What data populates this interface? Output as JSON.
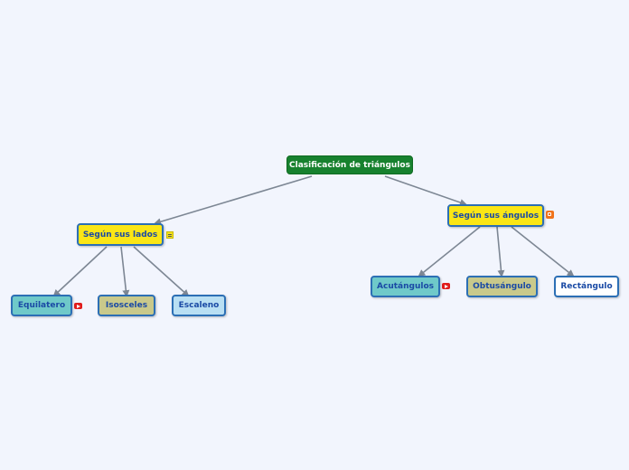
{
  "map": {
    "root": "Clasificación de triángulos",
    "lados": {
      "title": "Según sus lados",
      "children": [
        "Equilatero",
        "Isosceles",
        "Escaleno"
      ]
    },
    "angulos": {
      "title": "Según sus ángulos",
      "children": [
        "Acutángulos",
        "Obtusángulo",
        "Rectángulo"
      ]
    }
  },
  "icons": {
    "lados": "note-icon",
    "angulos": "blogger-icon",
    "equilatero": "youtube-icon",
    "acutangulos": "youtube-icon"
  },
  "colors": {
    "background": "#f2f5fd",
    "root": "#17812e",
    "yellow": "#fbe615",
    "teal": "#6fc9c9",
    "olive": "#c9c98b",
    "lightblue": "#b9dff3",
    "border": "#2c6fb5",
    "connector": "#7d8794"
  }
}
